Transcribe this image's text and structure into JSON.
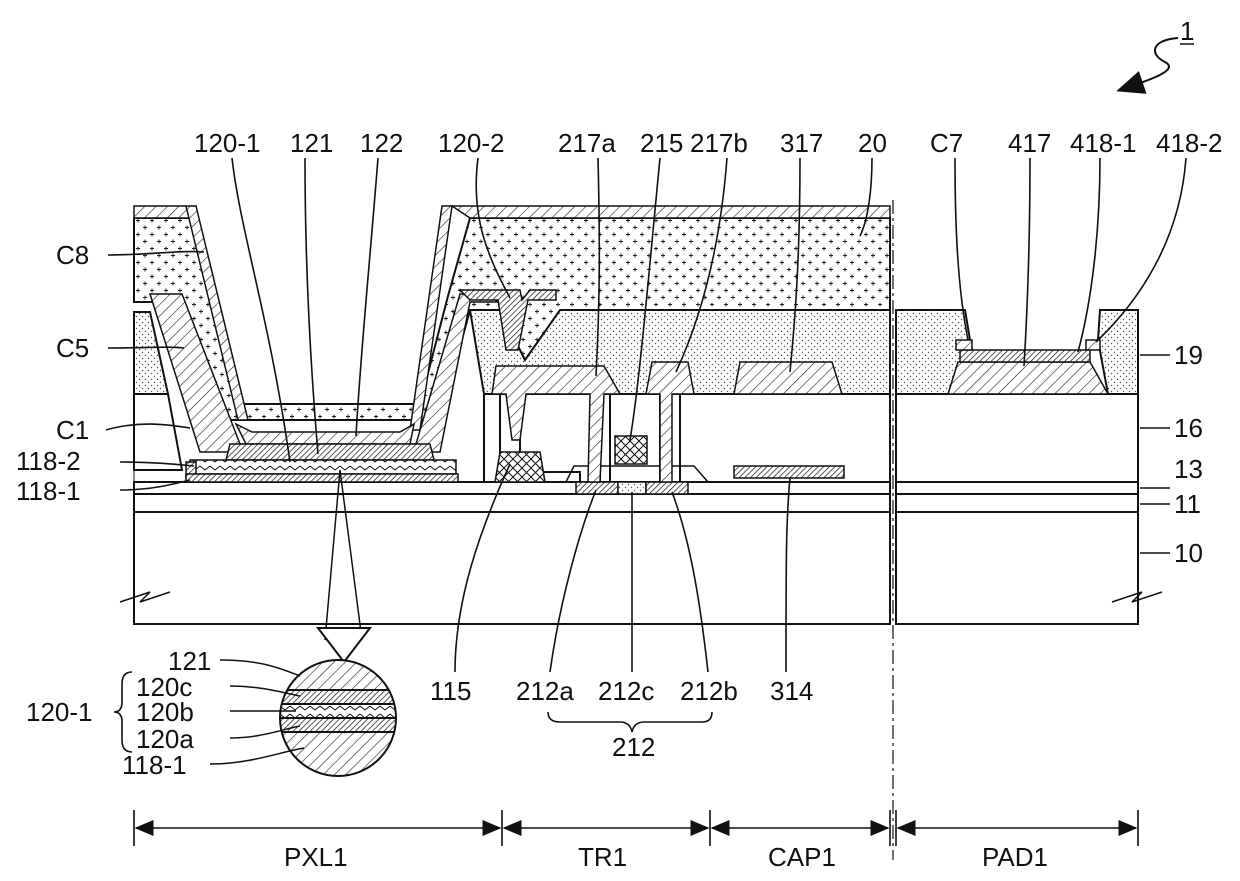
{
  "figure_ref": "1",
  "labels": {
    "l_120_1": "120-1",
    "l_121": "121",
    "l_122": "122",
    "l_120_2": "120-2",
    "l_217a": "217a",
    "l_215": "215",
    "l_217b": "217b",
    "l_317": "317",
    "l_20": "20",
    "l_C7": "C7",
    "l_417": "417",
    "l_418_1": "418-1",
    "l_418_2": "418-2",
    "l_C8": "C8",
    "l_C5": "C5",
    "l_C1": "C1",
    "l_118_2": "118-2",
    "l_118_1": "118-1",
    "l_19": "19",
    "l_16": "16",
    "l_13": "13",
    "l_11": "11",
    "l_10": "10",
    "l_115": "115",
    "l_212a": "212a",
    "l_212c": "212c",
    "l_212b": "212b",
    "l_314": "314",
    "l_212": "212"
  },
  "inset": {
    "group_label": "120-1",
    "layers": [
      "121",
      "120c",
      "120b",
      "120a",
      "118-1"
    ]
  },
  "regions": [
    "PXL1",
    "TR1",
    "CAP1",
    "PAD1"
  ]
}
